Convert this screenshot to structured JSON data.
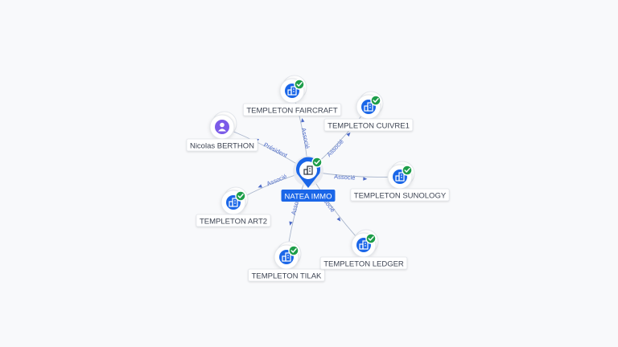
{
  "colors": {
    "edge": "#a9b6cc",
    "edge_label": "#4a69c7",
    "company_icon": "#1a66e8",
    "check_badge": "#1e9e4a",
    "person_icon": "#7b5be8",
    "center_label_bg": "#1a66e8",
    "node_label_bg": "#ffffff",
    "node_label_text": "#3d4453"
  },
  "center": {
    "label": "NATEA IMMO",
    "icon": "building-icon",
    "badge": "check-icon"
  },
  "nodes": [
    {
      "id": "faircraft",
      "label": "TEMPLETON FAIRCRAFT",
      "kind": "company",
      "icon": "building-icon",
      "badge": "check-icon"
    },
    {
      "id": "cuivre1",
      "label": "TEMPLETON CUIVRE1",
      "kind": "company",
      "icon": "building-icon",
      "badge": "check-icon"
    },
    {
      "id": "berthon",
      "label": "Nicolas BERTHON",
      "kind": "person",
      "icon": "person-icon",
      "badge": ""
    },
    {
      "id": "sunology",
      "label": "TEMPLETON SUNOLOGY",
      "kind": "company",
      "icon": "building-icon",
      "badge": "check-icon"
    },
    {
      "id": "art2",
      "label": "TEMPLETON ART2",
      "kind": "company",
      "icon": "building-icon",
      "badge": "check-icon"
    },
    {
      "id": "tilak",
      "label": "TEMPLETON TILAK",
      "kind": "company",
      "icon": "building-icon",
      "badge": "check-icon"
    },
    {
      "id": "ledger",
      "label": "TEMPLETON LEDGER",
      "kind": "company",
      "icon": "building-icon",
      "badge": "check-icon"
    }
  ],
  "edges": [
    {
      "to": "faircraft",
      "label": "Associé"
    },
    {
      "to": "cuivre1",
      "label": "Associé"
    },
    {
      "to": "berthon",
      "label": "Président"
    },
    {
      "to": "sunology",
      "label": "Associé"
    },
    {
      "to": "art2",
      "label": "Associé"
    },
    {
      "to": "tilak",
      "label": "Associé"
    },
    {
      "to": "ledger",
      "label": "Associé"
    }
  ]
}
